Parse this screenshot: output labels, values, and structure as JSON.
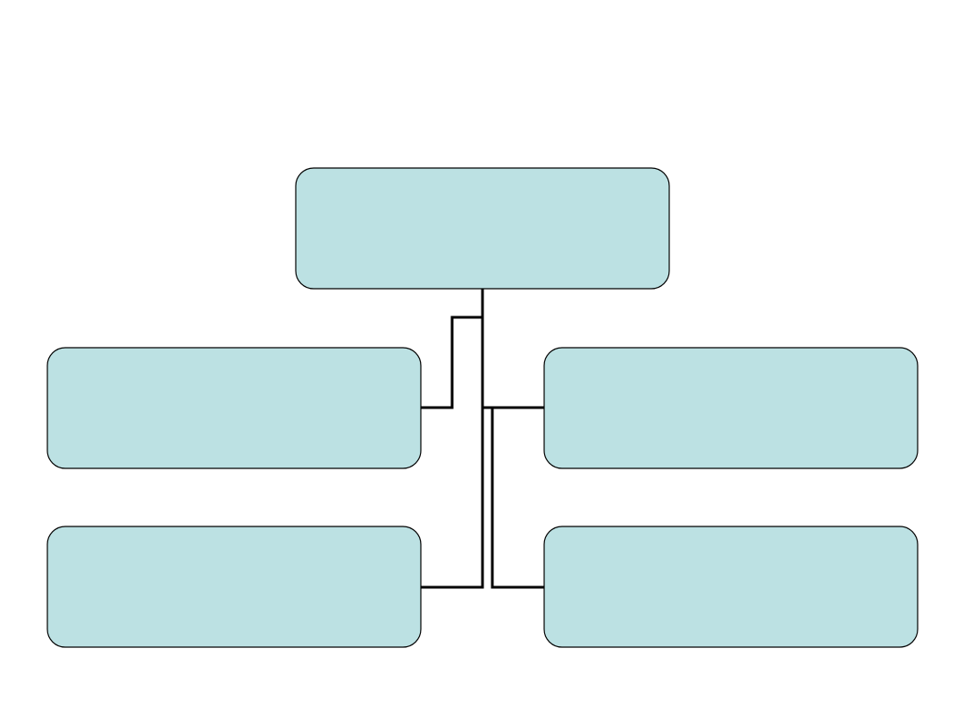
{
  "diagram": {
    "type": "org-chart",
    "colors": {
      "box_fill": "#bce1e3",
      "box_stroke": "#000000",
      "connector": "#000000",
      "background": "#ffffff"
    },
    "nodes": [
      {
        "id": "top",
        "label": ""
      },
      {
        "id": "middle-left",
        "label": ""
      },
      {
        "id": "middle-right",
        "label": ""
      },
      {
        "id": "bottom-left",
        "label": ""
      },
      {
        "id": "bottom-right",
        "label": ""
      }
    ],
    "edges": [
      {
        "from": "top",
        "to": "middle-left"
      },
      {
        "from": "top",
        "to": "middle-right"
      },
      {
        "from": "top",
        "to": "bottom-left"
      },
      {
        "from": "top",
        "to": "bottom-right"
      }
    ]
  }
}
